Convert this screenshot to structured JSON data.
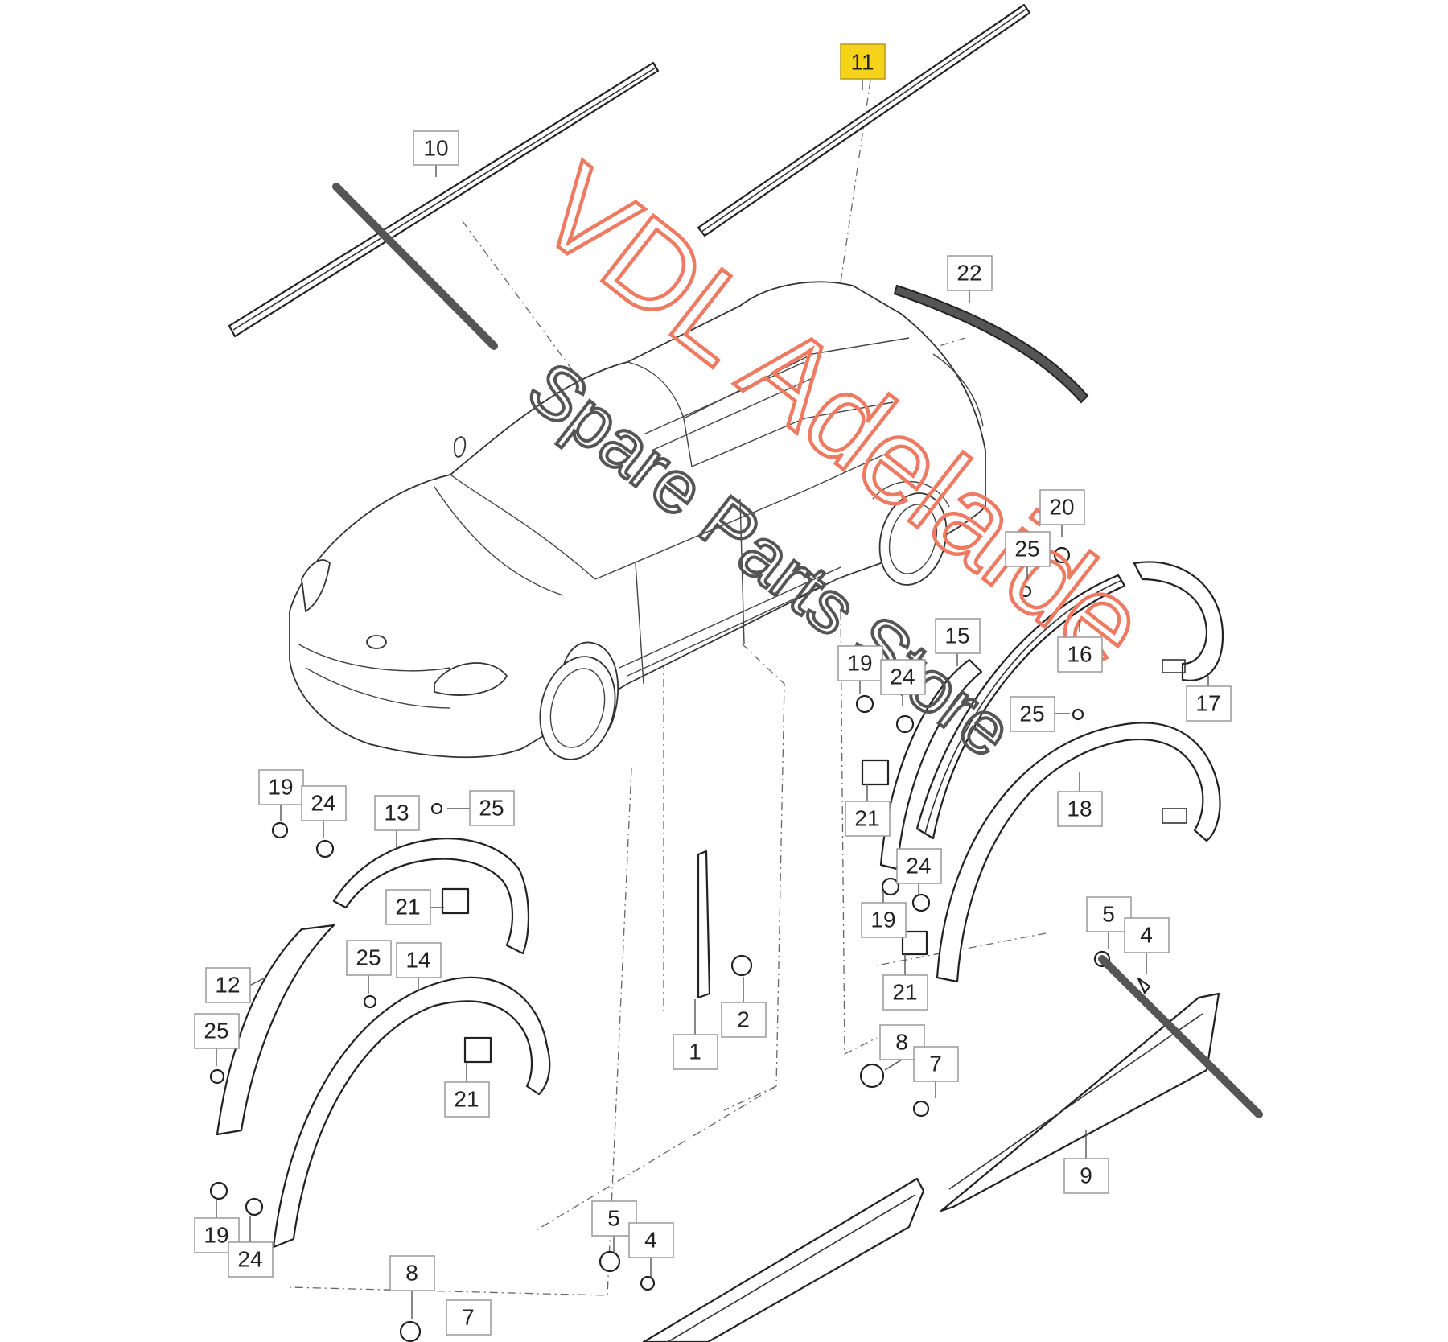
{
  "watermark": {
    "line1": "VDL Adelaide",
    "line2": "Spare Parts Store",
    "color_red": "#ee7a62",
    "color_grey": "#555555"
  },
  "highlight_color": "#f5d31a",
  "callouts": {
    "c11": "11",
    "c10": "10",
    "c22": "22",
    "c20": "20",
    "c25a": "25",
    "c16": "16",
    "c15": "15",
    "c17": "17",
    "c19a": "19",
    "c24a": "24",
    "c25b": "25",
    "c18": "18",
    "c21a": "21",
    "c24b": "24",
    "c19b": "19",
    "c21b": "21",
    "c5a": "5",
    "c4a": "4",
    "c19c": "19",
    "c24c": "24",
    "c13": "13",
    "c25c": "25",
    "c21c": "21",
    "c12": "12",
    "c25d": "25",
    "c14": "14",
    "c21d": "21",
    "c1": "1",
    "c2": "2",
    "c8a": "8",
    "c7a": "7",
    "c9": "9",
    "c19d": "19",
    "c24d": "24",
    "c5b": "5",
    "c4b": "4",
    "c8b": "8",
    "c7b": "7"
  }
}
